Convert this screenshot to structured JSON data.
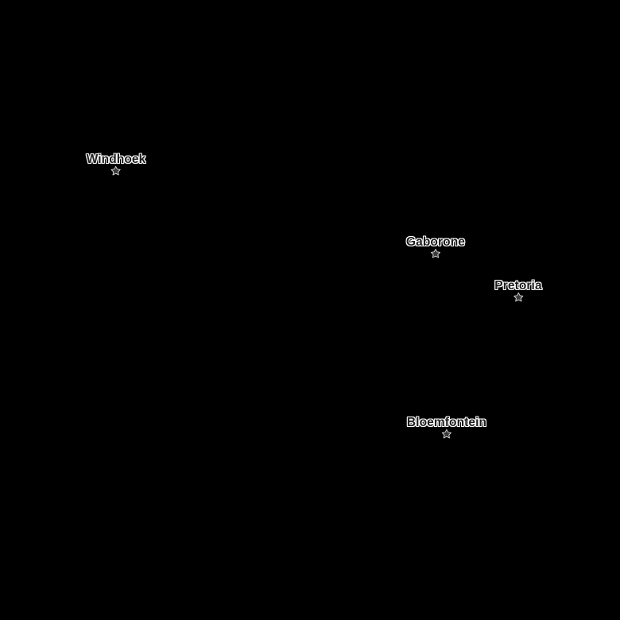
{
  "map": {
    "background_color": "#000000",
    "label_text_color": "#1e1e1e",
    "label_halo_color": "#ffffff",
    "marker": {
      "shape": "star",
      "fill_color": "#3a3a3a",
      "outline_color": "#d9d9d9"
    },
    "cities": [
      {
        "name": "Windhoek",
        "icon": "star-icon"
      },
      {
        "name": "Gaborone",
        "icon": "star-icon"
      },
      {
        "name": "Pretoria",
        "icon": "star-icon"
      },
      {
        "name": "Bloemfontein",
        "icon": "star-icon"
      }
    ]
  }
}
